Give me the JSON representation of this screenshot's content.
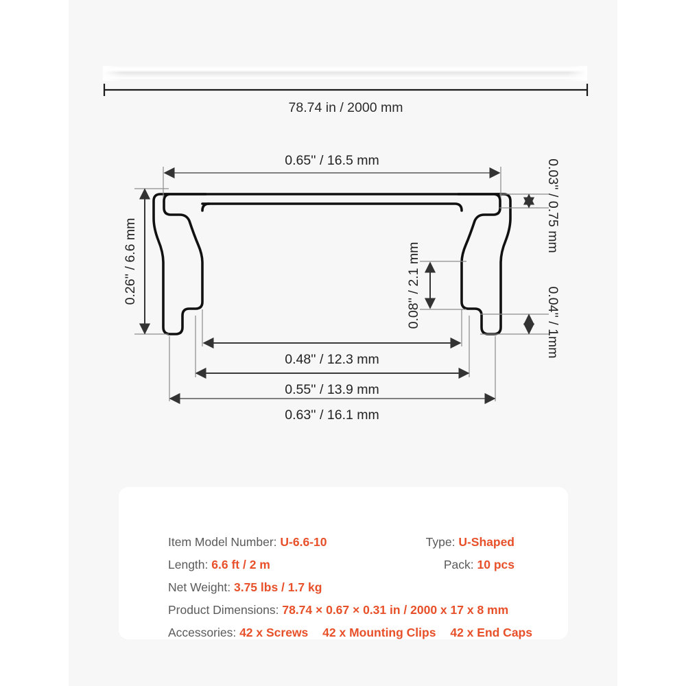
{
  "product": {
    "overall_length_label": "78.74 in / 2000 mm"
  },
  "cross_section": {
    "top_width": "0.65'' / 16.5 mm",
    "left_height": "0.26'' / 6.6 mm",
    "top_flange_thickness": "0.03'' / 0.75 mm",
    "bottom_lip_thickness": "0.04'' / 1mm",
    "inner_notch_height": "0.08'' / 2.1 mm",
    "inner_width": "0.48'' / 12.3 mm",
    "mid_width": "0.55'' / 13.9 mm",
    "base_width": "0.63'' / 16.1 mm"
  },
  "specs": {
    "left": [
      {
        "label": "Item Model Number:",
        "value": "U-6.6-10"
      },
      {
        "label": "Length:",
        "value": "6.6 ft / 2 m"
      },
      {
        "label": "Net Weight:",
        "value": "3.75 lbs / 1.7 kg"
      },
      {
        "label": "Product Dimensions:",
        "value": "78.74 × 0.67 × 0.31 in / 2000 x 17 x 8 mm"
      }
    ],
    "right": [
      {
        "label": "Type:",
        "value": "U-Shaped"
      },
      {
        "label": "Pack:",
        "value": "10 pcs"
      }
    ],
    "accessories": {
      "label": "Accessories:",
      "items": [
        "42 x Screws",
        "42 x Mounting Clips",
        "42 x End Caps"
      ]
    }
  },
  "colors": {
    "accent": "#e8502a",
    "label_text": "#5a5a5a",
    "panel_bg": "#f7f7f7",
    "dimension_line": "#6e6e6e",
    "profile_stroke": "#111111"
  }
}
